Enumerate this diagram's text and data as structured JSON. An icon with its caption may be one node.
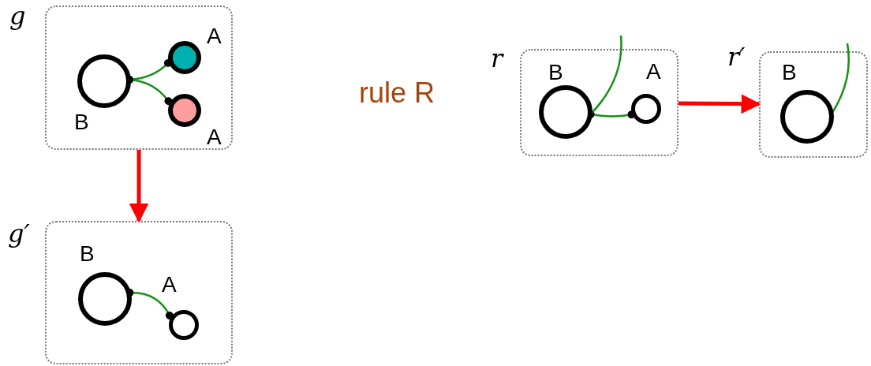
{
  "diagram": {
    "nodes": [
      {
        "text": [
          "g"
        ]
      },
      {
        "text": [
          "B"
        ],
        "in": 0
      },
      {
        "text": [
          "A"
        ],
        "in": 0
      },
      {
        "text": [
          "A"
        ],
        "in": 0
      },
      {
        "text": [
          "g′"
        ]
      },
      {
        "text": [
          "B"
        ],
        "in": 4
      },
      {
        "text": [
          "A"
        ],
        "in": 4
      },
      {
        "text": [
          "r"
        ]
      },
      {
        "text": [
          "B"
        ],
        "in": 7
      },
      {
        "text": [
          "A"
        ],
        "in": 7
      },
      {
        "text": [
          "r′"
        ]
      },
      {
        "text": [
          "B"
        ],
        "in": 10
      }
    ],
    "edges": [
      {
        "from": 1,
        "to": 2,
        "arrow": "other"
      },
      {
        "from": 1,
        "to": 3,
        "arrow": "other"
      },
      {
        "from": 5,
        "to": 6,
        "arrow": "other"
      },
      {
        "from": 8,
        "to": 9,
        "arrow": "other"
      },
      {
        "from": 8,
        "to": null,
        "arrow": "none"
      },
      {
        "from": 11,
        "to": null,
        "arrow": "none"
      },
      {
        "from": 0,
        "to": 4,
        "arrow": "to",
        "color": "#ff0000",
        "style": "thick"
      },
      {
        "from": 7,
        "to": 10,
        "arrow": "to",
        "color": "#ff0000",
        "style": "thick"
      }
    ],
    "labels": [
      "rule R"
    ]
  }
}
